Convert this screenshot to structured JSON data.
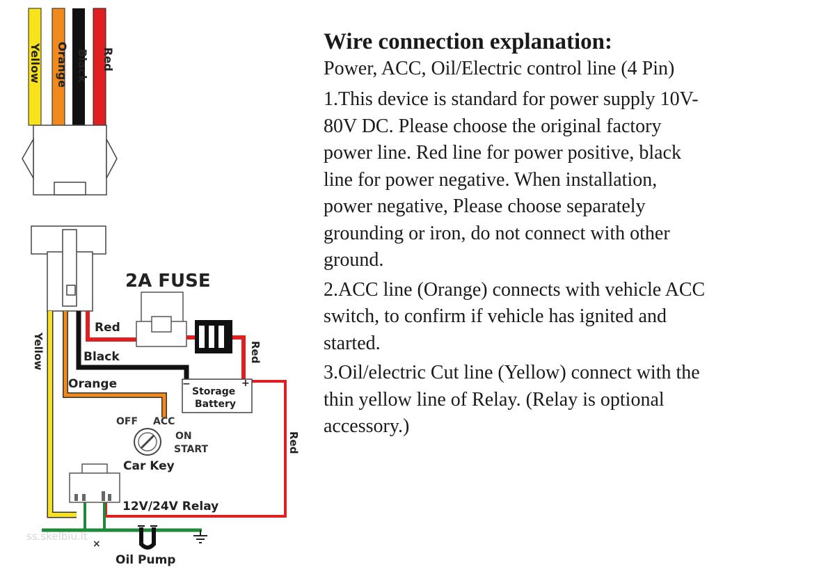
{
  "diagram": {
    "connector_wire_labels": [
      "Yellow",
      "Orange",
      "Black",
      "Red"
    ],
    "fuse_label": "2A FUSE",
    "wire_labels": {
      "red_top": "Red",
      "red_fuse_right": "Red",
      "red_long_right": "Red",
      "black": "Black",
      "orange": "Orange",
      "yellow": "Yellow"
    },
    "battery": {
      "line1": "Storage",
      "line2": "Battery",
      "neg": "−",
      "pos": "+"
    },
    "car_key": {
      "label": "Car Key",
      "off": "OFF",
      "acc": "ACC",
      "on": "ON",
      "start": "START"
    },
    "relay_label": "12V/24V Relay",
    "oil_pump_label": "Oil Pump",
    "watermark": "ss.skelbiu.lt",
    "colors": {
      "yellow": "#f7e21c",
      "orange": "#f08a1c",
      "black": "#111111",
      "red": "#e02020",
      "green": "#1f8a3a"
    }
  },
  "text": {
    "heading": "Wire connection explanation:",
    "subheading": "Power, ACC, Oil/Electric control line (4 Pin)",
    "p1": "1.This device is standard for power supply 10V-\n80V DC. Please choose the original factory\npower line. Red line for power positive, black\nline for power negative. When installation,\npower negative, Please choose separately\ngrounding or iron, do not connect with other\nground.",
    "p2": " 2.ACC line (Orange) connects with vehicle ACC\nswitch, to confirm if vehicle has ignited and\nstarted.",
    "p3": "3.Oil/electric Cut line (Yellow) connect with the\nthin yellow line of Relay. (Relay is optional\naccessory.)"
  }
}
